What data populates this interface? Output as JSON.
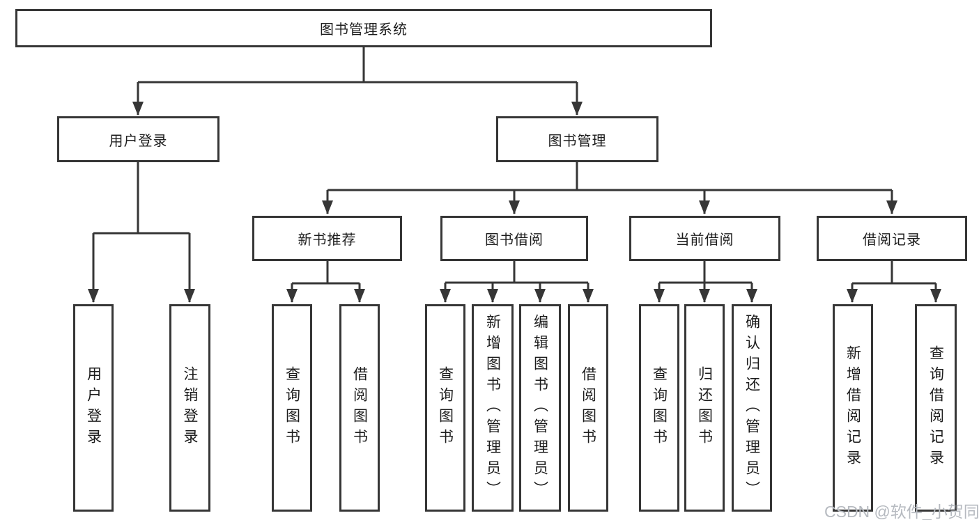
{
  "diagram": {
    "root": {
      "label": "图书管理系统",
      "children": [
        {
          "label": "用户登录",
          "children": [
            {
              "label": "用户登录"
            },
            {
              "label": "注销登录"
            }
          ]
        },
        {
          "label": "图书管理",
          "children": [
            {
              "label": "新书推荐",
              "children": [
                {
                  "label": "查询图书"
                },
                {
                  "label": "借阅图书"
                }
              ]
            },
            {
              "label": "图书借阅",
              "children": [
                {
                  "label": "查询图书"
                },
                {
                  "label": "新增图书（管理员）"
                },
                {
                  "label": "编辑图书（管理员）"
                },
                {
                  "label": "借阅图书"
                }
              ]
            },
            {
              "label": "当前借阅",
              "children": [
                {
                  "label": "查询图书"
                },
                {
                  "label": "归还图书"
                },
                {
                  "label": "确认归还（管理员）"
                }
              ]
            },
            {
              "label": "借阅记录",
              "children": [
                {
                  "label": "新增借阅记录"
                },
                {
                  "label": "查询借阅记录"
                }
              ]
            }
          ]
        }
      ]
    }
  },
  "watermark": "CSDN @软件_小贺同学",
  "colors": {
    "line": "#363636",
    "text": "#1c1c1c",
    "background": "#ffffff",
    "watermark": "#b6bac0"
  }
}
